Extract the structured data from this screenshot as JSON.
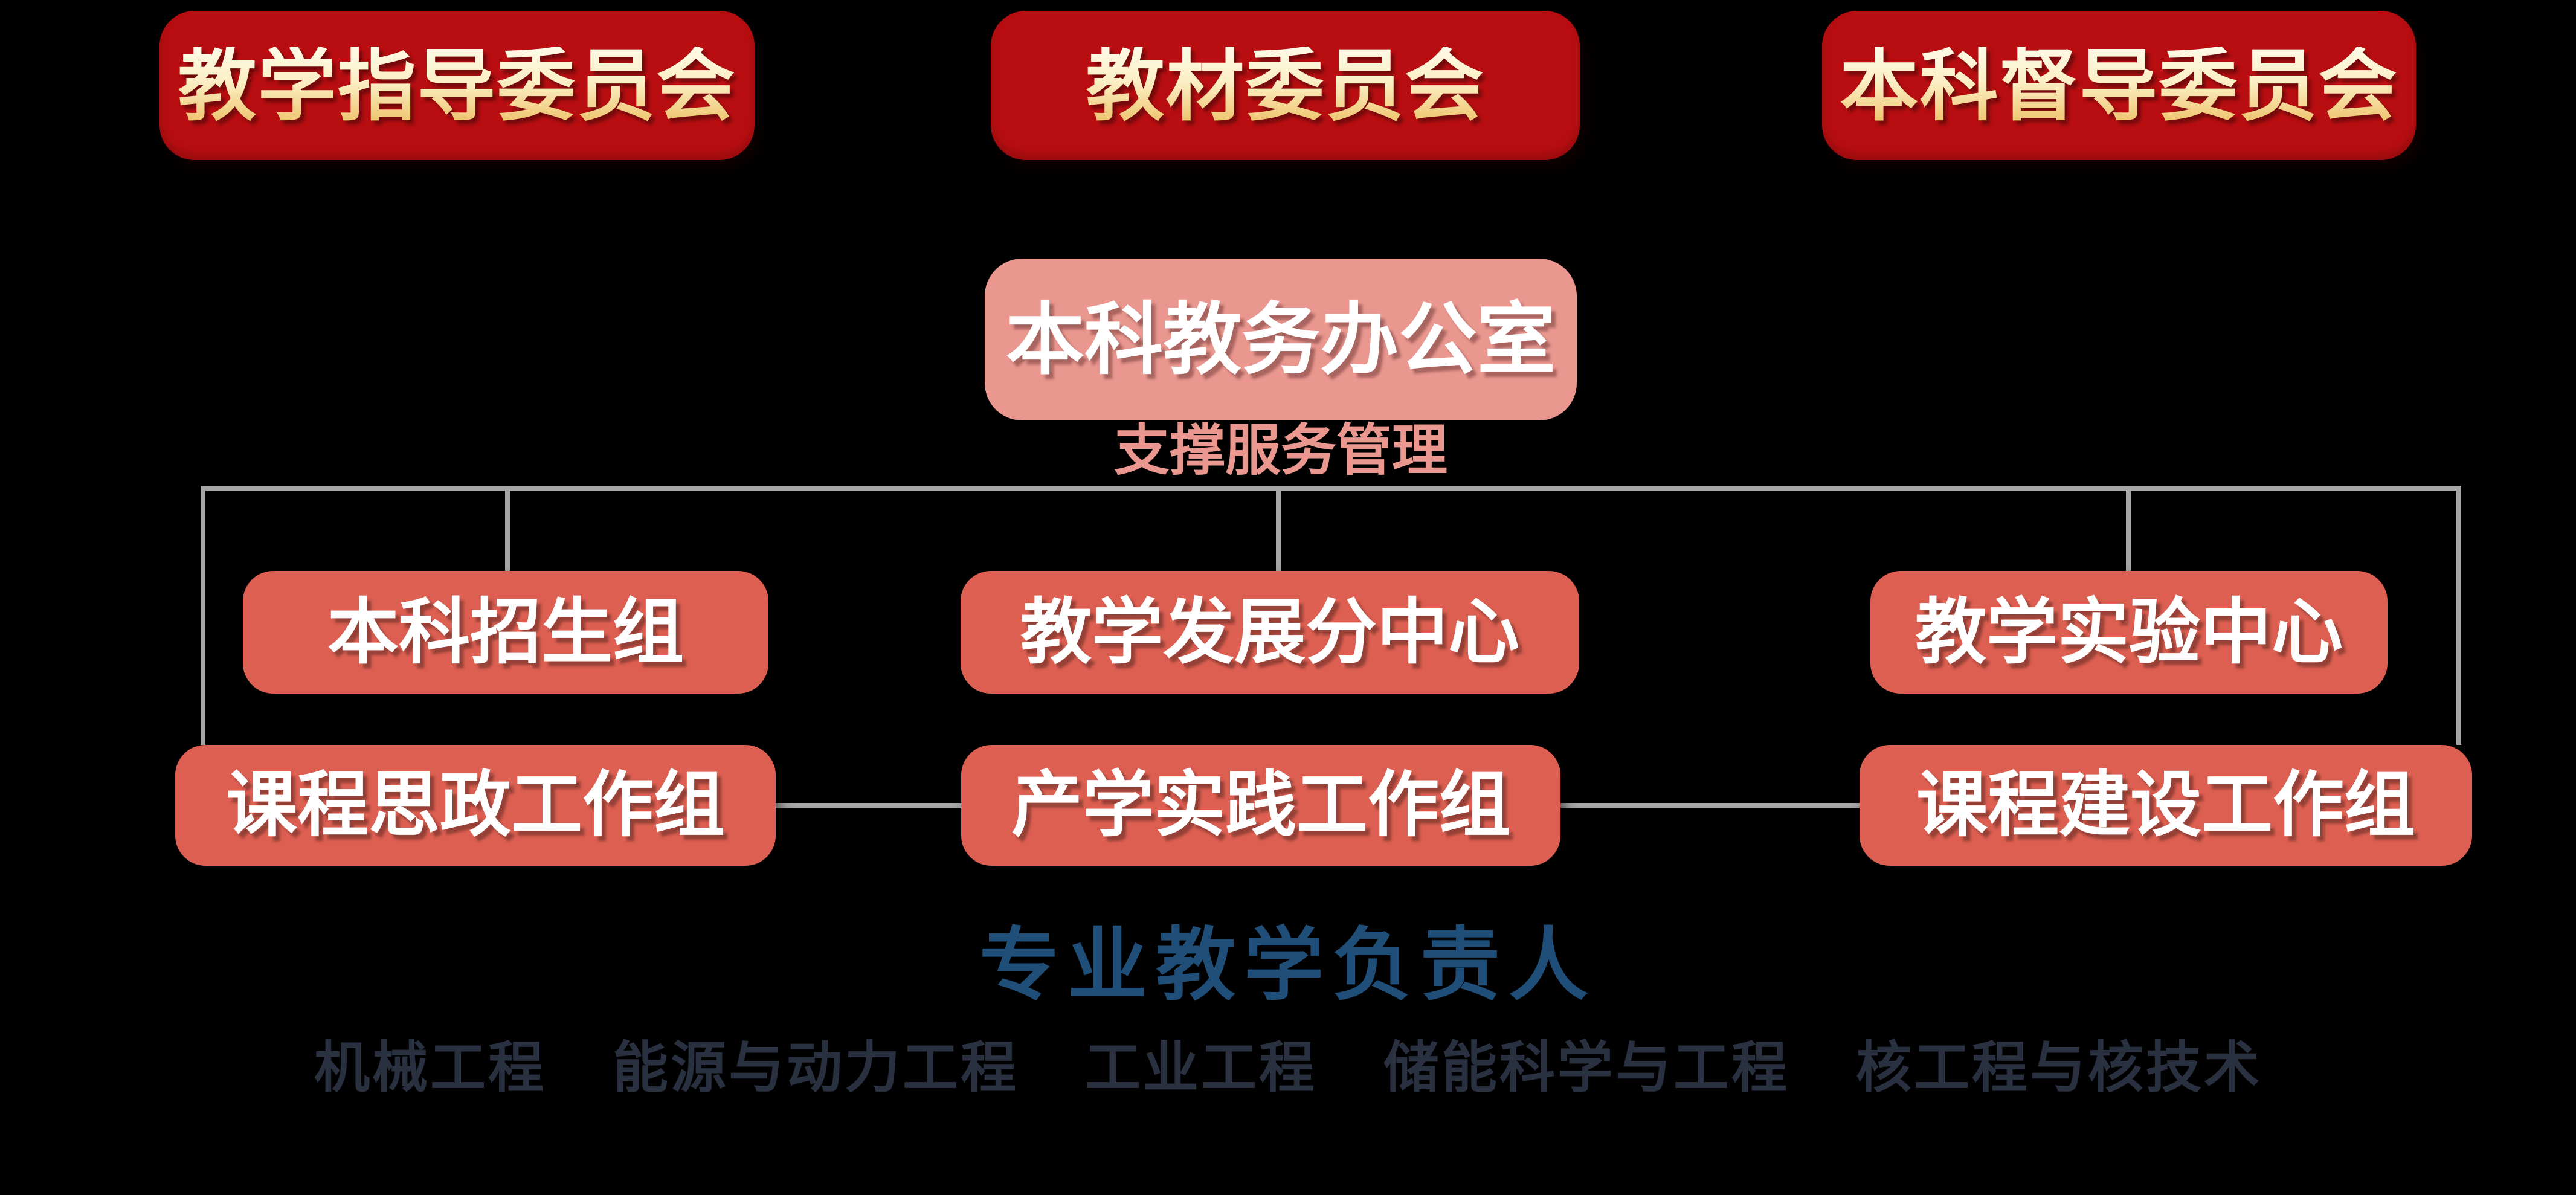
{
  "colors": {
    "background": "#000000",
    "committee-red": "#B90E11",
    "committee-gold-top": "#FEFAE8",
    "committee-gold-bottom": "#EEC168",
    "office-pink": "#E9978F",
    "group-coral": "#DC5F51",
    "connector-gray": "#A6A6A6",
    "leader-blue": "#1F4E78",
    "major-slate": "#293040",
    "text-white": "#FFFFFF"
  },
  "committees": [
    {
      "label": "教学指导委员会"
    },
    {
      "label": "教材委员会"
    },
    {
      "label": "本科督导委员会"
    }
  ],
  "office": {
    "label": "本科教务办公室",
    "caption": "支撑服务管理"
  },
  "groups": [
    {
      "label": "本科招生组"
    },
    {
      "label": "教学发展分中心"
    },
    {
      "label": "教学实验中心"
    }
  ],
  "workgroups": [
    {
      "label": "课程思政工作组"
    },
    {
      "label": "产学实践工作组"
    },
    {
      "label": "课程建设工作组"
    }
  ],
  "leaders": {
    "title": "专业教学负责人",
    "majors": [
      "机械工程",
      "能源与动力工程",
      "工业工程",
      "储能科学与工程",
      "核工程与核技术"
    ]
  }
}
